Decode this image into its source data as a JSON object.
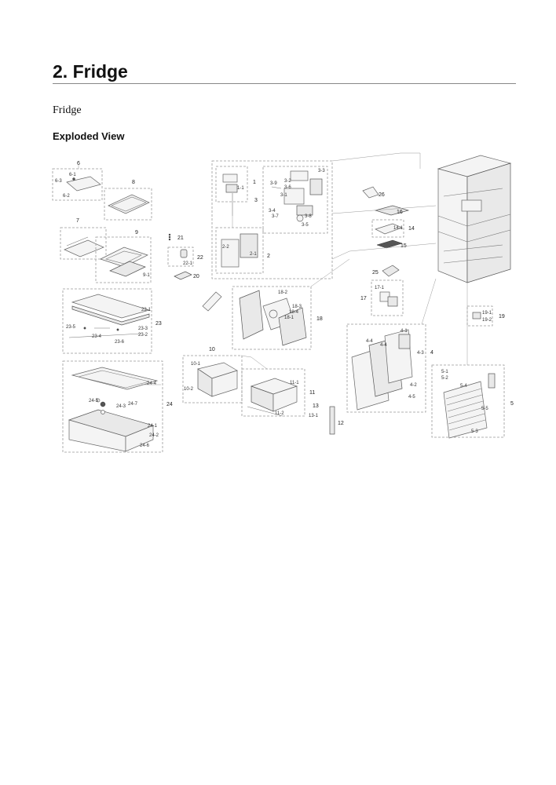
{
  "header": {
    "title": "2.  Fridge",
    "subtitle": "Fridge",
    "section": "Exploded View"
  },
  "diagram": {
    "labels": {
      "l1": "1",
      "l1_1": "1-1",
      "l2": "2",
      "l2_1": "2-1",
      "l2_2": "2-2",
      "l3": "3",
      "l3_1": "3-1",
      "l3_2": "3-2",
      "l3_3": "3-3",
      "l3_4": "3-4",
      "l3_5": "3-5",
      "l3_6": "3-6",
      "l3_7": "3-7",
      "l3_8": "3-8",
      "l3_9": "3-9",
      "l4": "4",
      "l4_1": "4-1",
      "l4_2": "4-2",
      "l4_3": "4-3",
      "l4_4": "4-4",
      "l4_5": "4-5",
      "l4_4b": "4-4",
      "l5": "5",
      "l5_1": "5-1",
      "l5_2": "5-2",
      "l5_3": "5-3",
      "l5_4": "5-4",
      "l5_5": "5-5",
      "l6": "6",
      "l6_1": "6-1",
      "l6_2": "6-2",
      "l6_3": "6-3",
      "l7": "7",
      "l8": "8",
      "l9": "9",
      "l9_1": "9-1",
      "l10": "10",
      "l10_1": "10-1",
      "l10_2": "10-2",
      "l11": "11",
      "l11_1": "11-1",
      "l11_2": "11-2",
      "l12": "12",
      "l13": "13",
      "l13_1": "13-1",
      "l14": "14",
      "l14_1": "14-1",
      "l15": "15",
      "l16": "16",
      "l17": "17",
      "l17_1": "17-1",
      "l18": "18",
      "l18_1": "18-1",
      "l18_2": "18-2",
      "l18_3": "18-3",
      "l18_4": "18-4",
      "l19": "19",
      "l19_1": "19-1",
      "l19_2": "19-2",
      "l20": "20",
      "l21": "21",
      "l22": "22",
      "l22_1": "22-1",
      "l23": "23",
      "l23_1": "23-1",
      "l23_2": "23-2",
      "l23_3": "23-3",
      "l23_4": "23-4",
      "l23_5": "23-5",
      "l23_6": "23-6",
      "l24": "24",
      "l24_1": "24-1",
      "l24_2": "24-2",
      "l24_3": "24-3",
      "l24_4": "24-4",
      "l24_5": "24-5",
      "l24_6": "24-6",
      "l24_7": "24-7",
      "l25": "25",
      "l26": "26"
    }
  }
}
